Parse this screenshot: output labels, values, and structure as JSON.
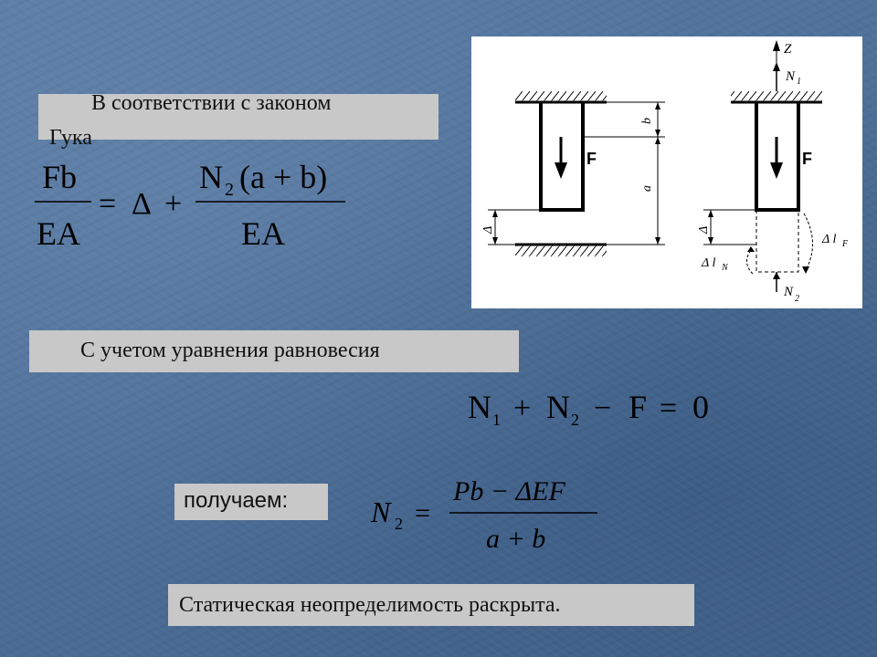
{
  "hooke_text": {
    "line1": "В соответствии с законом",
    "line2": "Гука"
  },
  "equation1": {
    "lhs_num": "Fb",
    "lhs_den": "EA",
    "equals": "=",
    "delta": "Δ",
    "plus": "+",
    "rhs_num_N": "N",
    "rhs_num_sub": "2",
    "rhs_num_rest": "(a + b)",
    "rhs_den": "EA"
  },
  "equilibrium_text": "С учетом уравнения равновесия",
  "equation2": {
    "n1": "N",
    "n1_sub": "1",
    "plus": "+",
    "n2": "N",
    "n2_sub": "2",
    "minus": "−",
    "f": "F",
    "equals": "=",
    "zero": "0"
  },
  "result_label": "получаем:",
  "equation3": {
    "lhs_N": "N",
    "lhs_sub": "2",
    "equals": "=",
    "numerator": "Pb − ΔEF",
    "denominator": "a + b"
  },
  "conclusion_text": "Статическая неопределимость раскрыта.",
  "diagram": {
    "label_F_left": "F",
    "label_F_right": "F",
    "label_b": "b",
    "label_a": "a",
    "label_delta_left": "Δ",
    "label_delta_right": "Δ",
    "label_Z": "Z",
    "label_N1": "N",
    "label_N1_sub": "1",
    "label_N2": "N",
    "label_N2_sub": "2",
    "label_dlF": "Δ l",
    "label_dlF_sub": "F",
    "label_dlN": "Δ l",
    "label_dlN_sub": "N"
  }
}
